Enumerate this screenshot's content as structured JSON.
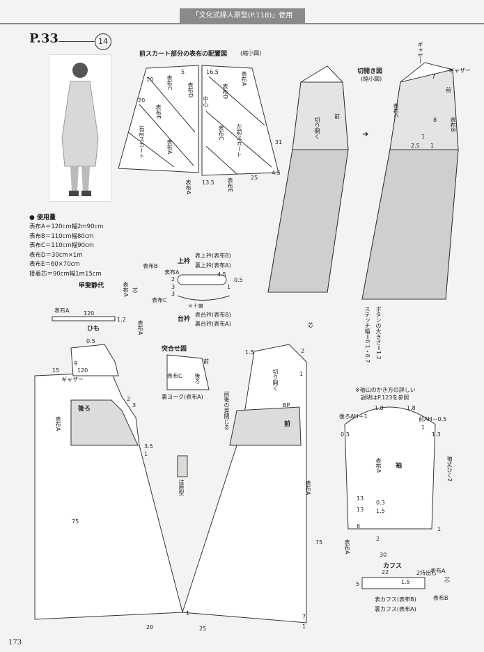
{
  "header": {
    "title": "「文化式婦人原型(P.118)」使用"
  },
  "page_ref": "P.33",
  "badge_number": "14",
  "materials": {
    "title": "● 使用量",
    "items": [
      "表布A＝120cm幅2m90cm",
      "表布B＝110cm幅80cm",
      "表布C＝110cm幅90cm",
      "表布D＝30cm×1m",
      "表布E＝60×70cm",
      "接着芯＝90cm幅1m15cm"
    ],
    "designer": "甲斐静代"
  },
  "diagrams": {
    "skirt_layout": {
      "title": "前スカート部分の表布の配置図",
      "note": "(縮小図)",
      "labels": {
        "a": "表布C",
        "b": "表布D",
        "c": "表布E",
        "d": "右前スカート",
        "e": "表布A",
        "f": "中心",
        "g": "表布A",
        "h": "表布D",
        "i": "表布C",
        "j": "左前スカート",
        "k": "表布E",
        "l": "表布A"
      },
      "dims": {
        "d1": "5",
        "d2": "16.5",
        "d3": "10",
        "d4": "20",
        "d5": "31",
        "d6": "4.5",
        "d7": "25",
        "d8": "13.5"
      }
    },
    "front_open": {
      "l1": "切り開く",
      "l2": "前"
    },
    "open_view": {
      "title": "切開き図",
      "note": "(縮小図)",
      "labels": {
        "a": "ギャザー",
        "b": "ギャザー",
        "c": "前",
        "d": "表布C",
        "e": "表布B",
        "f": "7",
        "g": "8",
        "h": "1",
        "i": "2.5",
        "j": "1"
      }
    },
    "collar": {
      "top_title": "上衿",
      "top_l1": "表上衿(表布B)",
      "top_l2": "裏上衿(表布A)",
      "stand_title": "台衿",
      "stand_l1": "表台衿(表布B)",
      "stand_l2": "裏台衿(表布A)",
      "stand_note": "×＋⊠",
      "side_a": "表布B",
      "side_b": "表布A",
      "side_c": "表布A",
      "side_d": "表布C",
      "side_e": "表布A",
      "core": "芯",
      "dims": {
        "d1": "2",
        "d2": "3",
        "d3": "4.5",
        "d4": "0.5",
        "d5": "1",
        "d6": "3"
      }
    },
    "tie": {
      "name": "ひも",
      "fabric": "表布A",
      "len": "120",
      "w": "1.2"
    },
    "yoke": {
      "title": "突合せ図",
      "l1": "表布C",
      "l2": "後ろ",
      "l3": "前",
      "l4": "裏ヨーク(表布A)"
    },
    "back": {
      "name": "後ろ",
      "fabric": "表布A",
      "gather": "ギャザー",
      "dims": {
        "d1": "0.5",
        "d2": "9",
        "d3": "15",
        "d4": "120",
        "d5": "2",
        "d6": "3",
        "d7": "3.5",
        "d8": "1",
        "d9": "75",
        "d10": "20",
        "d11": "1"
      },
      "note": "は原型"
    },
    "front": {
      "name": "前",
      "fabric": "表布A",
      "cut": "切り開く",
      "closure": "前後の差閉じる",
      "bp": "BP",
      "core": "芯",
      "dims": {
        "d1": "1.5",
        "d2": "2",
        "d3": "1",
        "d4": "75",
        "d5": "25",
        "d6": "7",
        "d7": "1"
      }
    },
    "button_note": {
      "l1": "ボタンの大きさ＝1.2",
      "l2": "ステッチ幅＝0.1・0.7"
    },
    "sleeve": {
      "note1": "※袖山のかき方の詳しい",
      "note2": "説明はP.123を参照",
      "name": "袖",
      "fabric": "表布A",
      "fabric2": "表布A",
      "length": "袖丈ひく2",
      "back_ah": "後ろAH＋1",
      "front_ah": "前AH－0.5",
      "dims": {
        "d1": "1.8",
        "d2": "1.8",
        "d3": "0.3",
        "d4": "1",
        "d5": "1.3",
        "d6": "13",
        "d7": "0.3",
        "d8": "1.5",
        "d9": "6",
        "d10": "1",
        "d11": "30",
        "d12": "2",
        "d13": "13"
      }
    },
    "cuff": {
      "title": "カフス",
      "l1": "表カフス(表布B)",
      "l2": "裏カフス(表布A)",
      "l3": "表布A",
      "l4": "芯",
      "l5": "表布B",
      "dims": {
        "d1": "22",
        "d2": "2持出し",
        "d3": "1.5",
        "d4": "5"
      }
    }
  },
  "page_number": "173"
}
